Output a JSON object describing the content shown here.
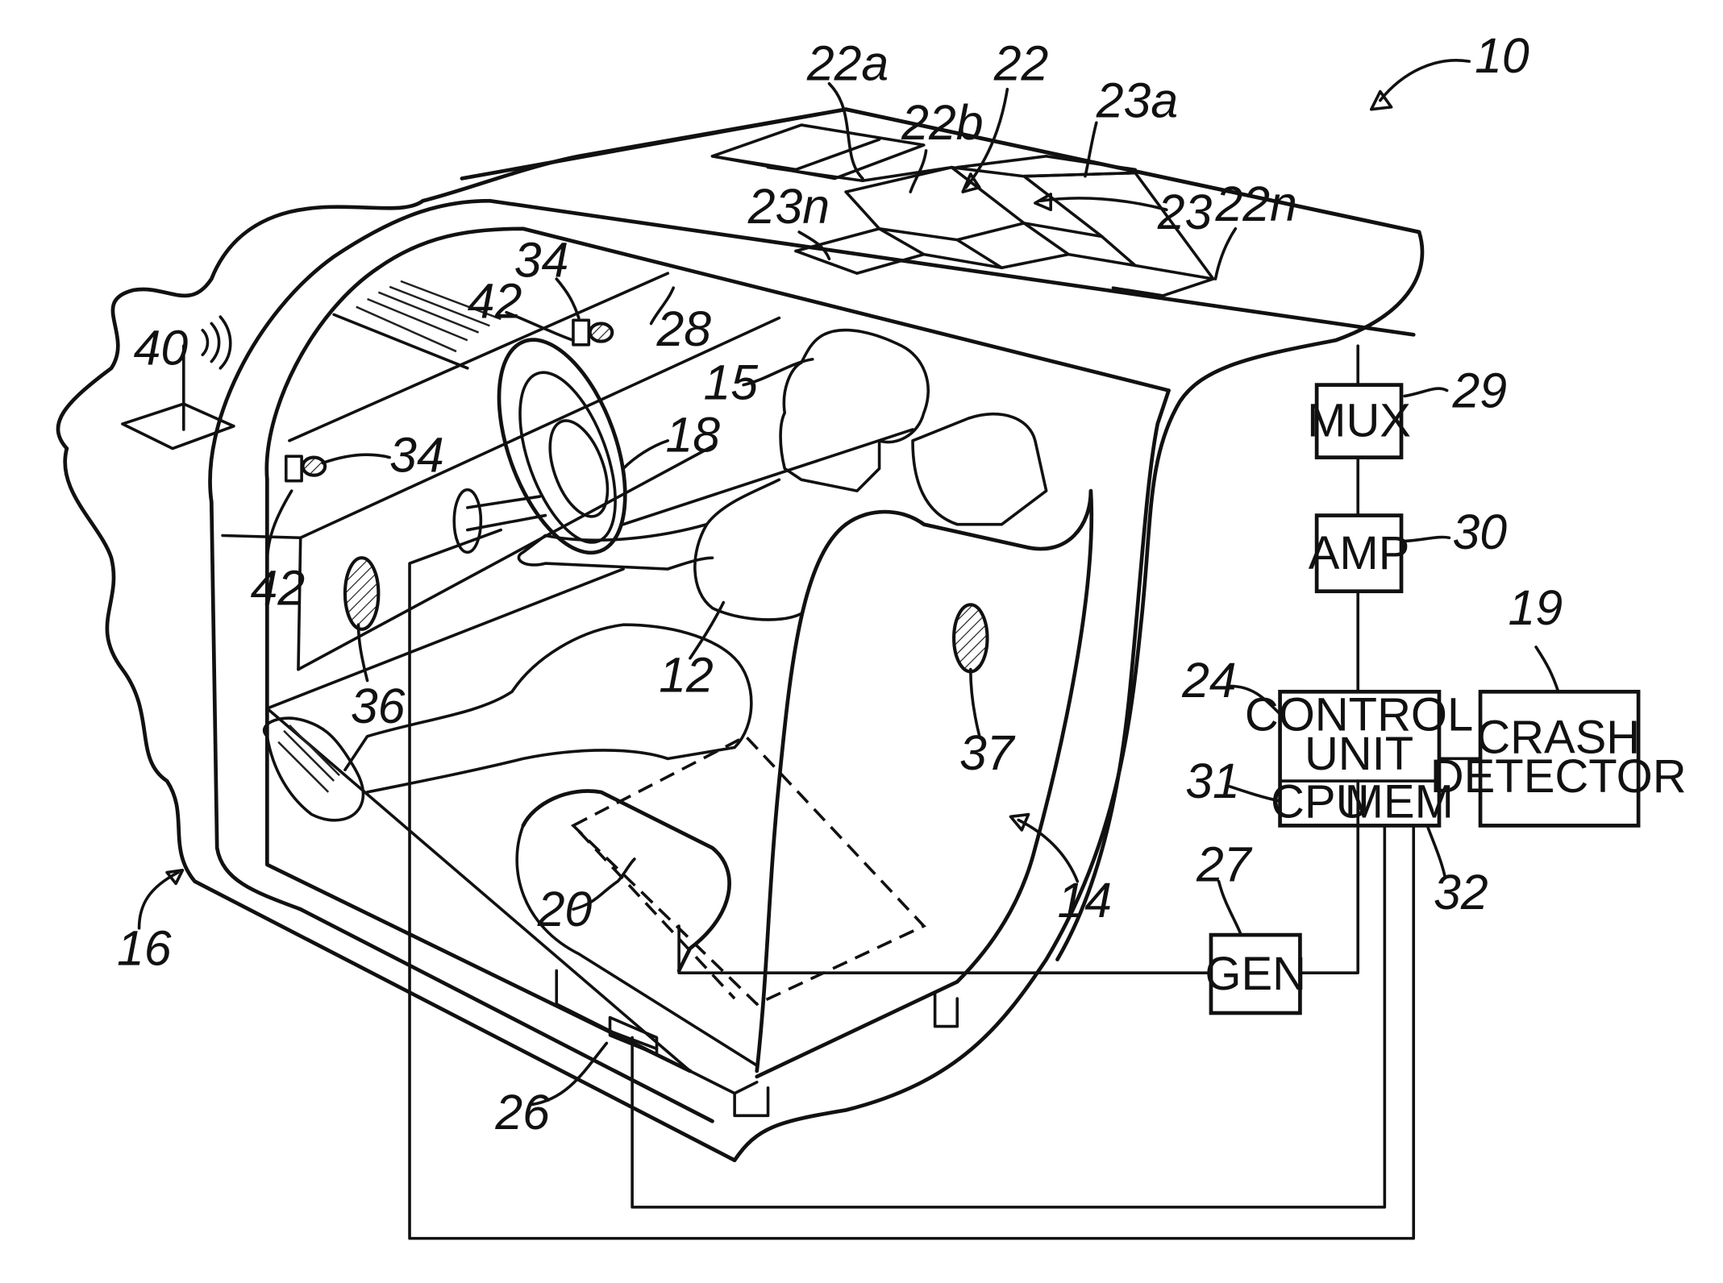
{
  "reference_numerals": {
    "r10": "10",
    "r22": "22",
    "r22a": "22a",
    "r22b": "22b",
    "r22n": "22n",
    "r23": "23",
    "r23a": "23a",
    "r23n": "23n",
    "r34_top": "34",
    "r34_left": "34",
    "r42_top": "42",
    "r42_left": "42",
    "r28": "28",
    "r15": "15",
    "r18": "18",
    "r40": "40",
    "r36": "36",
    "r12": "12",
    "r37": "37",
    "r20": "20",
    "r14": "14",
    "r16": "16",
    "r26": "26",
    "r29": "29",
    "r30": "30",
    "r24": "24",
    "r19": "19",
    "r31": "31",
    "r32": "32",
    "r27": "27"
  },
  "blocks": {
    "mux": "MUX",
    "amp": "AMP",
    "control_unit_line1": "CONTROL",
    "control_unit_line2": "UNIT",
    "cpu": "CPU",
    "mem": "MEM",
    "crash_detector_line1": "CRASH",
    "crash_detector_line2": "DETECTOR",
    "gen": "GEN"
  }
}
